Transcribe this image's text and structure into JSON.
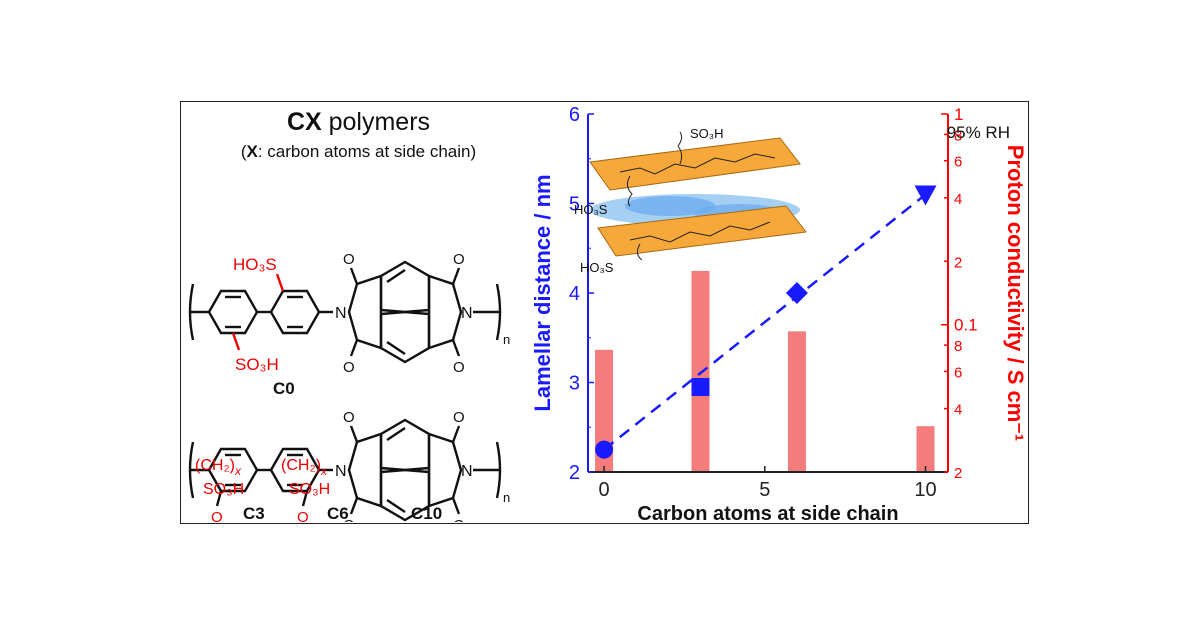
{
  "left_panel": {
    "title_bold": "CX",
    "title_rest": " polymers",
    "subtitle_open": "(",
    "subtitle_bold": "X",
    "subtitle_rest": ": carbon atoms at side chain)",
    "structure_top": {
      "so3h_upper": "HO₃S",
      "so3h_lower": "SO₃H",
      "imide_n1": "N",
      "imide_n2": "N",
      "oxygens": [
        "O",
        "O",
        "O",
        "O"
      ],
      "repeat": "n",
      "label": "C0"
    },
    "structure_bottom": {
      "ether_o1": "O",
      "ether_o2": "O",
      "chain1": "(CH₂)",
      "chain2": "(CH₂)",
      "chain_sub": "x",
      "so3h_1": "SO₃H",
      "so3h_2": "SO₃H",
      "imide_n1": "N",
      "imide_n2": "N",
      "oxygens": [
        "O",
        "O",
        "O",
        "O"
      ],
      "repeat": "n",
      "labels": [
        "C3",
        "C6",
        "C10"
      ]
    }
  },
  "inset": {
    "so3h_top": "SO₃H",
    "so3h_mid": "HO₃S",
    "so3h_bottom": "HO₃S"
  },
  "chart_data": {
    "type": "scatter",
    "annotation": "95% RH",
    "xlabel": "Carbon atoms at side chain",
    "ylabel_left": "Lamellar distance / nm",
    "ylabel_right": "Proton conductivity / S cm⁻¹",
    "xlim": [
      -0.5,
      10.7
    ],
    "xticks": [
      0,
      5,
      10
    ],
    "ylim_left": [
      2,
      6
    ],
    "yticks_left": [
      2,
      3,
      4,
      5,
      6
    ],
    "ylim_right": [
      0.02,
      1
    ],
    "yscale_right": "log",
    "yticks_right_labeled": [
      {
        "value": 0.02,
        "label": "2"
      },
      {
        "value": 0.04,
        "label": "4"
      },
      {
        "value": 0.06,
        "label": "6"
      },
      {
        "value": 0.08,
        "label": "8"
      },
      {
        "value": 0.1,
        "label": "0.1"
      },
      {
        "value": 0.2,
        "label": "2"
      },
      {
        "value": 0.4,
        "label": "4"
      },
      {
        "value": 0.6,
        "label": "6"
      },
      {
        "value": 0.8,
        "label": "8"
      },
      {
        "value": 1,
        "label": "1"
      }
    ],
    "series": [
      {
        "type": "scatter",
        "axis": "left",
        "color": "#1a1aff",
        "x": [
          0,
          3,
          6,
          10
        ],
        "y": [
          2.25,
          2.95,
          4.0,
          5.1
        ],
        "markers": [
          "circle",
          "square",
          "diamond",
          "triangle-down"
        ],
        "trendline": "dashed"
      },
      {
        "type": "bar",
        "axis": "right",
        "color": "#f47c7c",
        "x": [
          0,
          3,
          6,
          10
        ],
        "y": [
          0.076,
          0.18,
          0.093,
          0.033
        ]
      }
    ],
    "left_axis_color": "#1a1aff",
    "right_axis_color": "#ff0000"
  }
}
